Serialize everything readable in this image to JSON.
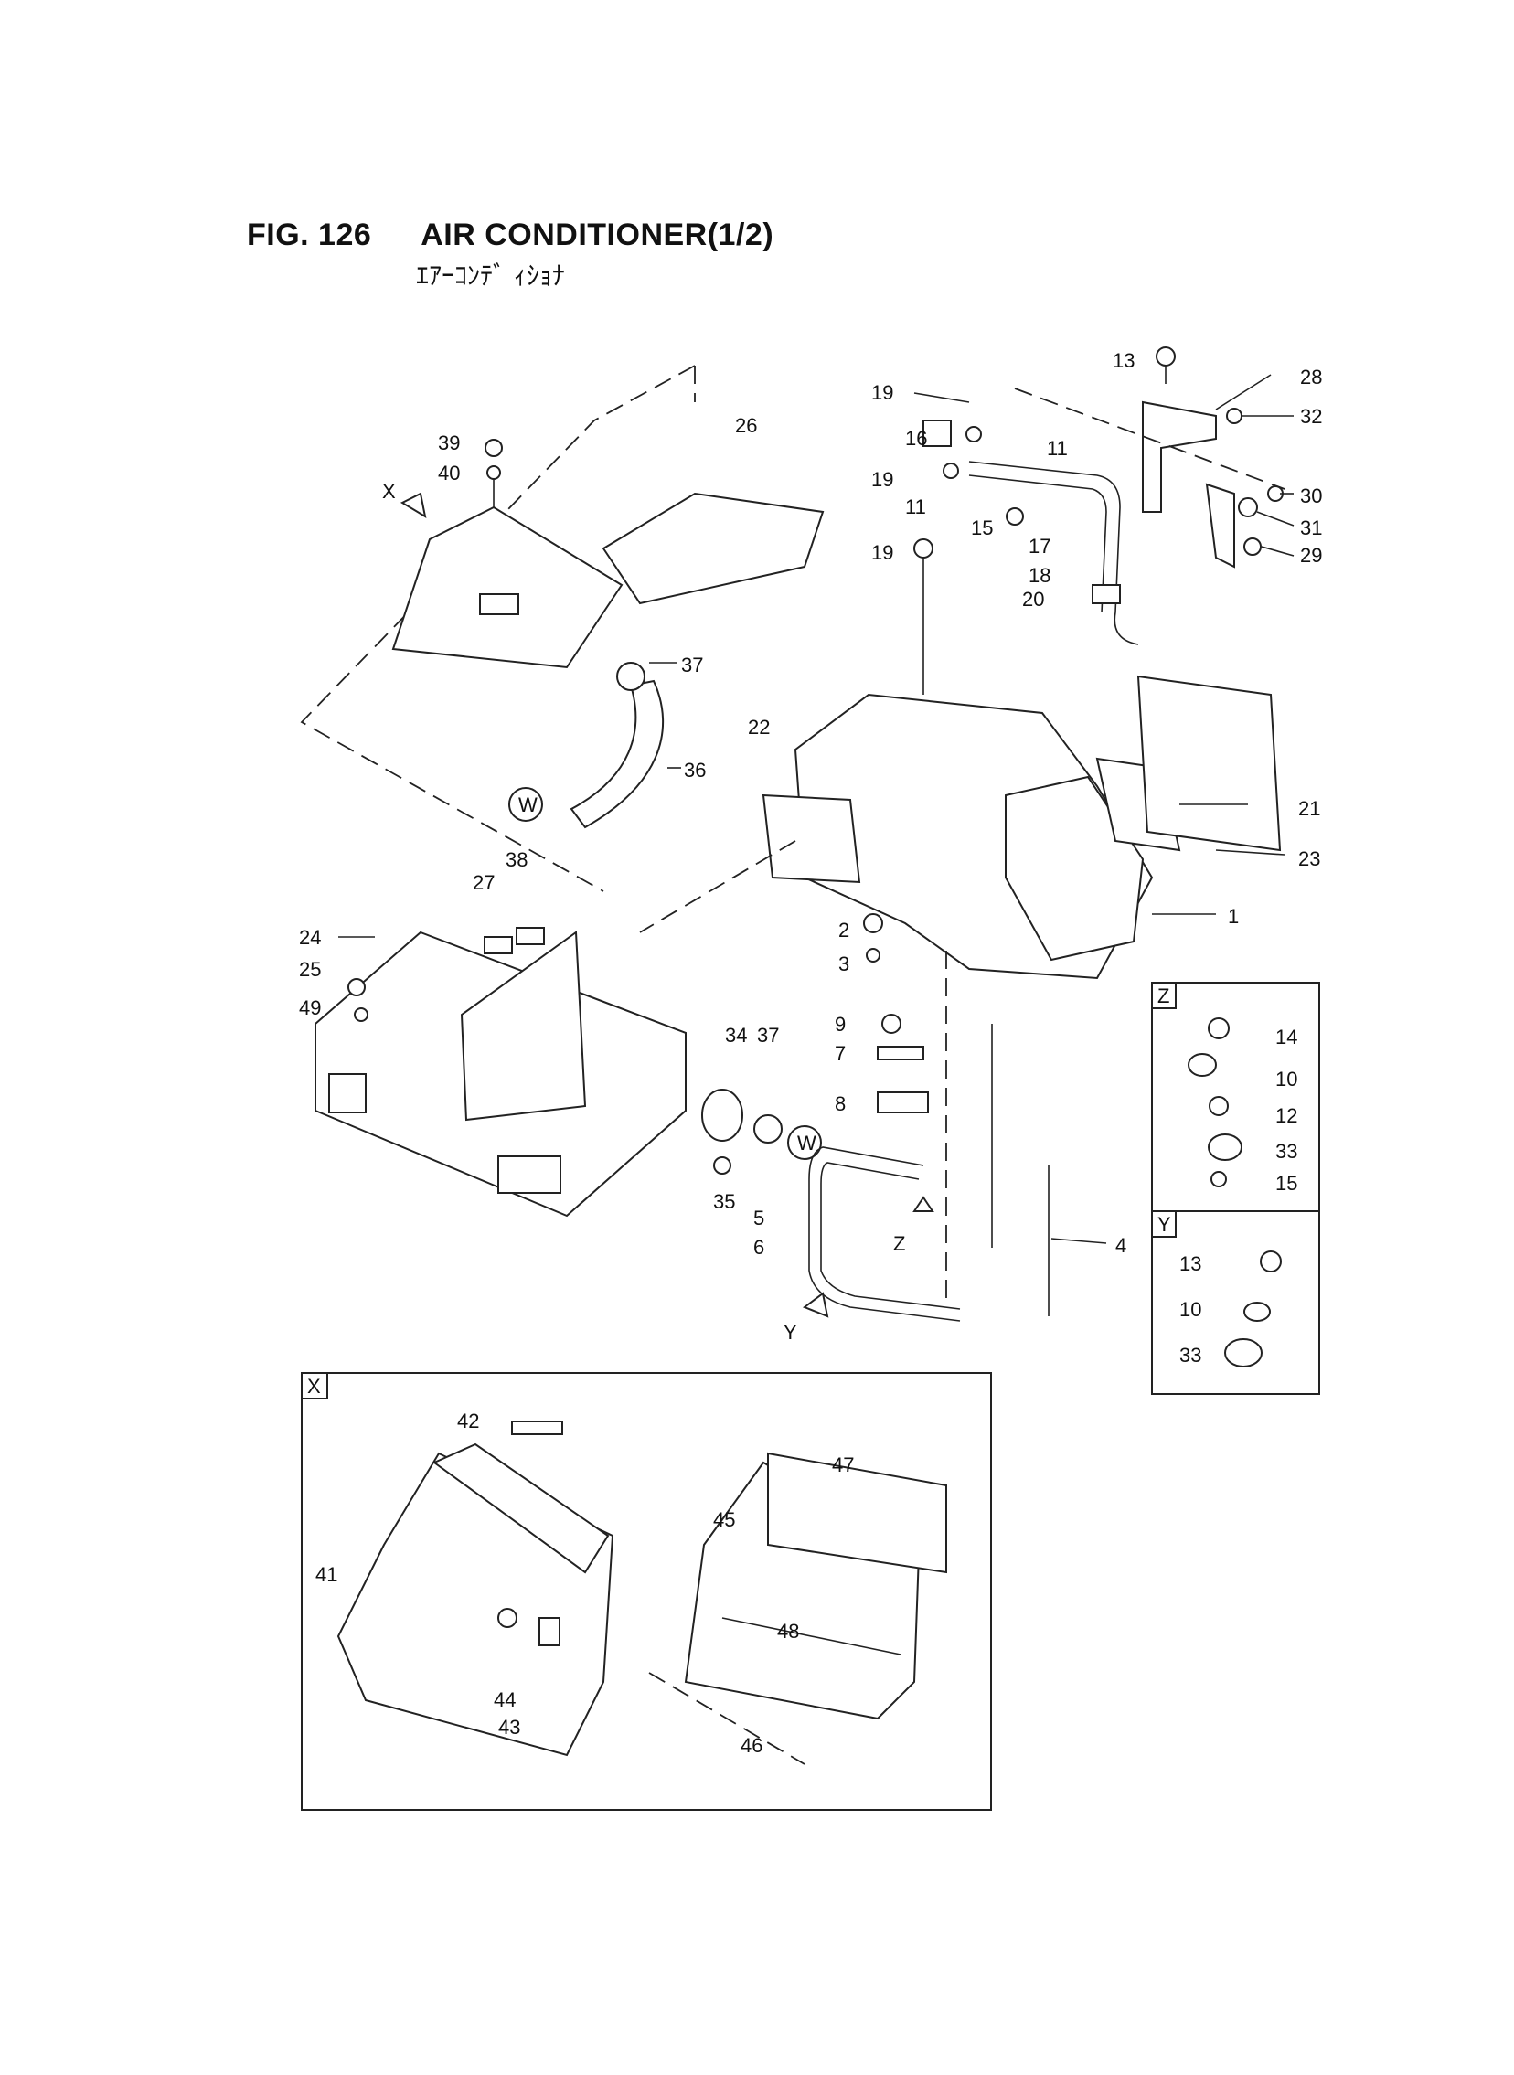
{
  "header": {
    "fig": "FIG. 126",
    "title": "AIR CONDITIONER(1/2)",
    "subtitle": "ｴｱｰｺﾝﾃﾞ ｨｼｮﾅ"
  },
  "labels": [
    {
      "id": "p1",
      "text": "1"
    },
    {
      "id": "p2",
      "text": "2"
    },
    {
      "id": "p3",
      "text": "3"
    },
    {
      "id": "p4",
      "text": "4"
    },
    {
      "id": "p5",
      "text": "5"
    },
    {
      "id": "p6",
      "text": "6"
    },
    {
      "id": "p7",
      "text": "7"
    },
    {
      "id": "p8",
      "text": "8"
    },
    {
      "id": "p9",
      "text": "9"
    },
    {
      "id": "p11a",
      "text": "11"
    },
    {
      "id": "p11b",
      "text": "11"
    },
    {
      "id": "p13",
      "text": "13"
    },
    {
      "id": "p15",
      "text": "15"
    },
    {
      "id": "p16",
      "text": "16"
    },
    {
      "id": "p17",
      "text": "17"
    },
    {
      "id": "p18",
      "text": "18"
    },
    {
      "id": "p19a",
      "text": "19"
    },
    {
      "id": "p19b",
      "text": "19"
    },
    {
      "id": "p19c",
      "text": "19"
    },
    {
      "id": "p20",
      "text": "20"
    },
    {
      "id": "p21",
      "text": "21"
    },
    {
      "id": "p22",
      "text": "22"
    },
    {
      "id": "p23",
      "text": "23"
    },
    {
      "id": "p24",
      "text": "24"
    },
    {
      "id": "p25",
      "text": "25"
    },
    {
      "id": "p26",
      "text": "26"
    },
    {
      "id": "p27",
      "text": "27"
    },
    {
      "id": "p28",
      "text": "28"
    },
    {
      "id": "p29",
      "text": "29"
    },
    {
      "id": "p30",
      "text": "30"
    },
    {
      "id": "p31",
      "text": "31"
    },
    {
      "id": "p32",
      "text": "32"
    },
    {
      "id": "p34",
      "text": "34"
    },
    {
      "id": "p35",
      "text": "35"
    },
    {
      "id": "p36",
      "text": "36"
    },
    {
      "id": "p37a",
      "text": "37"
    },
    {
      "id": "p37b",
      "text": "37"
    },
    {
      "id": "p38",
      "text": "38"
    },
    {
      "id": "p39",
      "text": "39"
    },
    {
      "id": "p40",
      "text": "40"
    },
    {
      "id": "p49",
      "text": "49"
    },
    {
      "id": "vX",
      "text": "X"
    },
    {
      "id": "vY",
      "text": "Y"
    },
    {
      "id": "vZ",
      "text": "Z"
    },
    {
      "id": "w1",
      "text": "W"
    },
    {
      "id": "w2",
      "text": "W"
    },
    {
      "id": "z14",
      "text": "14"
    },
    {
      "id": "z10",
      "text": "10"
    },
    {
      "id": "z12",
      "text": "12"
    },
    {
      "id": "z33",
      "text": "33"
    },
    {
      "id": "z15",
      "text": "15"
    },
    {
      "id": "y13",
      "text": "13"
    },
    {
      "id": "y10",
      "text": "10"
    },
    {
      "id": "y33",
      "text": "33"
    },
    {
      "id": "x42",
      "text": "42"
    },
    {
      "id": "x41",
      "text": "41"
    },
    {
      "id": "x44",
      "text": "44"
    },
    {
      "id": "x43",
      "text": "43"
    },
    {
      "id": "x47",
      "text": "47"
    },
    {
      "id": "x45",
      "text": "45"
    },
    {
      "id": "x48",
      "text": "48"
    },
    {
      "id": "x46",
      "text": "46"
    }
  ],
  "insets": {
    "z_tag": "Z",
    "y_tag": "Y",
    "x_tag": "X"
  }
}
